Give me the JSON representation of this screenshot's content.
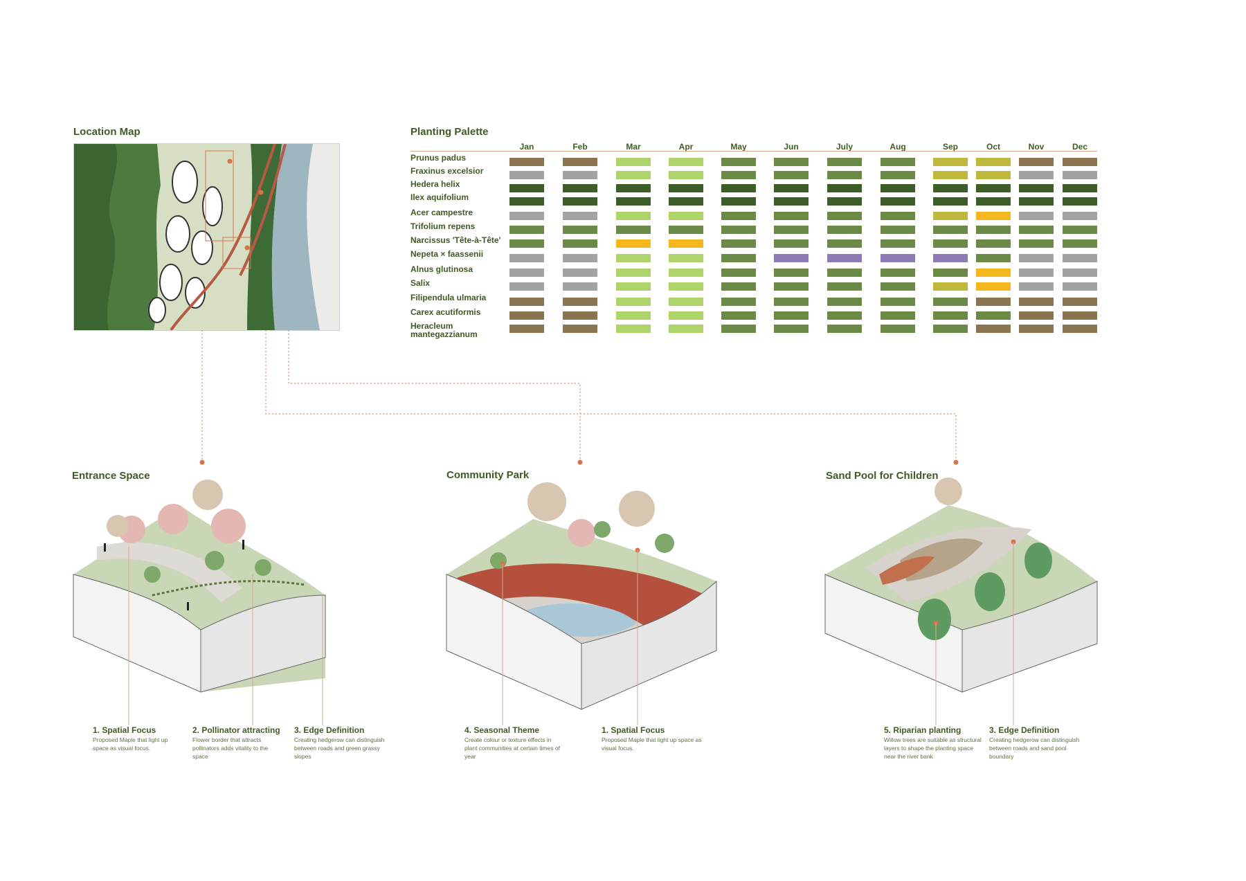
{
  "location_map": {
    "title": "Location Map"
  },
  "planting_palette": {
    "title": "Planting Palette",
    "months": [
      "Jan",
      "Feb",
      "Mar",
      "Apr",
      "May",
      "Jun",
      "July",
      "Aug",
      "Sep",
      "Oct",
      "Nov",
      "Dec"
    ],
    "color_key": {
      "brown": "#8a7550",
      "grey": "#a3a3a3",
      "light": "#aed36b",
      "mid": "#6a8a45",
      "dark": "#3d5e28",
      "olive": "#bfb83f",
      "yellow": "#f4b71e",
      "purple": "#8c7bb4"
    },
    "plants": [
      {
        "name": "Prunus padus",
        "months": [
          "brown",
          "brown",
          "light",
          "light",
          "mid",
          "mid",
          "mid",
          "mid",
          "olive",
          "olive",
          "brown",
          "brown"
        ]
      },
      {
        "name": "Fraxinus excelsior",
        "months": [
          "grey",
          "grey",
          "light",
          "light",
          "mid",
          "mid",
          "mid",
          "mid",
          "olive",
          "olive",
          "grey",
          "grey"
        ]
      },
      {
        "name": "Hedera helix",
        "months": [
          "dark",
          "dark",
          "dark",
          "dark",
          "dark",
          "dark",
          "dark",
          "dark",
          "dark",
          "dark",
          "dark",
          "dark"
        ]
      },
      {
        "name": "Ilex aquifolium",
        "months": [
          "dark",
          "dark",
          "dark",
          "dark",
          "dark",
          "dark",
          "dark",
          "dark",
          "dark",
          "dark",
          "dark",
          "dark"
        ]
      },
      {
        "name": "Acer campestre",
        "months": [
          "grey",
          "grey",
          "light",
          "light",
          "mid",
          "mid",
          "mid",
          "mid",
          "olive",
          "yellow",
          "grey",
          "grey"
        ]
      },
      {
        "name": "Trifolium repens",
        "months": [
          "mid",
          "mid",
          "mid",
          "mid",
          "mid",
          "mid",
          "mid",
          "mid",
          "mid",
          "mid",
          "mid",
          "mid"
        ]
      },
      {
        "name": "Narcissus 'Tête-à-Tête'",
        "months": [
          "mid",
          "mid",
          "yellow",
          "yellow",
          "mid",
          "mid",
          "mid",
          "mid",
          "mid",
          "mid",
          "mid",
          "mid"
        ]
      },
      {
        "name": "Nepeta × faassenii",
        "months": [
          "grey",
          "grey",
          "light",
          "light",
          "mid",
          "purple",
          "purple",
          "purple",
          "purple",
          "mid",
          "grey",
          "grey"
        ]
      },
      {
        "name": "Alnus glutinosa",
        "months": [
          "grey",
          "grey",
          "light",
          "light",
          "mid",
          "mid",
          "mid",
          "mid",
          "mid",
          "yellow",
          "grey",
          "grey"
        ]
      },
      {
        "name": "Salix",
        "months": [
          "grey",
          "grey",
          "light",
          "light",
          "mid",
          "mid",
          "mid",
          "mid",
          "olive",
          "yellow",
          "grey",
          "grey"
        ]
      },
      {
        "name": "Filipendula ulmaria",
        "months": [
          "brown",
          "brown",
          "light",
          "light",
          "mid",
          "mid",
          "mid",
          "mid",
          "mid",
          "brown",
          "brown",
          "brown"
        ]
      },
      {
        "name": "Carex acutiformis",
        "months": [
          "brown",
          "brown",
          "light",
          "light",
          "mid",
          "mid",
          "mid",
          "mid",
          "mid",
          "mid",
          "brown",
          "brown"
        ]
      },
      {
        "name": "Heracleum mantegazzianum",
        "months": [
          "brown",
          "brown",
          "light",
          "light",
          "mid",
          "mid",
          "mid",
          "mid",
          "mid",
          "brown",
          "brown",
          "brown"
        ]
      }
    ]
  },
  "scenes": [
    {
      "title": "Entrance Space",
      "annotations": [
        {
          "title": "1. Spatial Focus",
          "desc": "Proposed Maple that light up space as visual focus."
        },
        {
          "title": "2. Pollinator attracting",
          "desc": "Flower border that attracts pollinators adds vitality to the space"
        },
        {
          "title": "3. Edge Definition",
          "desc": "Creating hedgerow can distinguish between roads and green grassy slopes"
        }
      ]
    },
    {
      "title": "Community Park",
      "annotations": [
        {
          "title": "4. Seasonal Theme",
          "desc": "Create colour or texture effects in plant communities at certain times of year"
        },
        {
          "title": "1. Spatial Focus",
          "desc": "Proposed Maple that light up space as visual focus."
        }
      ]
    },
    {
      "title": "Sand Pool for Children",
      "annotations": [
        {
          "title": "5. Riparian planting",
          "desc": "Willow trees are suitable as structural layers to shape the planting space near the river bank"
        },
        {
          "title": "3. Edge Definition",
          "desc": "Creating hedgerow can distinguish between roads and sand pool boundary"
        }
      ]
    }
  ],
  "colors": {
    "heading": "#3f5a24",
    "leader_line": "#d9744a",
    "ground": "#cfd8c0",
    "block_side": "#f2f2f2",
    "water": "#a9c7d6",
    "red_path": "#b5503d"
  }
}
